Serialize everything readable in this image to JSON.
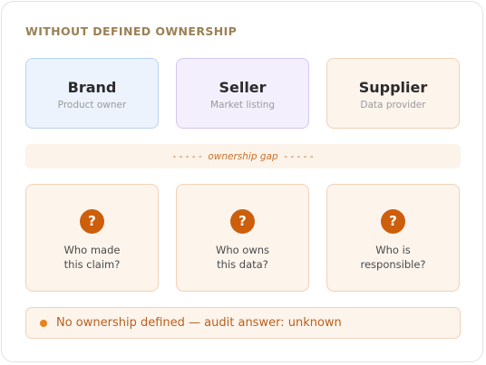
{
  "heading": "WITHOUT DEFINED OWNERSHIP",
  "parties": [
    {
      "title": "Brand",
      "subtitle": "Product owner"
    },
    {
      "title": "Seller",
      "subtitle": "Market listing"
    },
    {
      "title": "Supplier",
      "subtitle": "Data provider"
    }
  ],
  "gap_label": "- - - - -  ownership gap  - - - - -",
  "questions": [
    {
      "icon": "?",
      "line1": "Who made",
      "line2": "this claim?"
    },
    {
      "icon": "?",
      "line1": "Who owns",
      "line2": "this data?"
    },
    {
      "icon": "?",
      "line1": "Who is",
      "line2": "responsible?"
    }
  ],
  "status_text": "No ownership defined — audit answer: unknown",
  "colors": {
    "heading": "#9a8055",
    "brand_bg": "#ecf3fd",
    "seller_bg": "#f4effd",
    "supplier_bg": "#fdf4ec",
    "accent": "#cc5e0c",
    "status_dot": "#e8811f"
  }
}
